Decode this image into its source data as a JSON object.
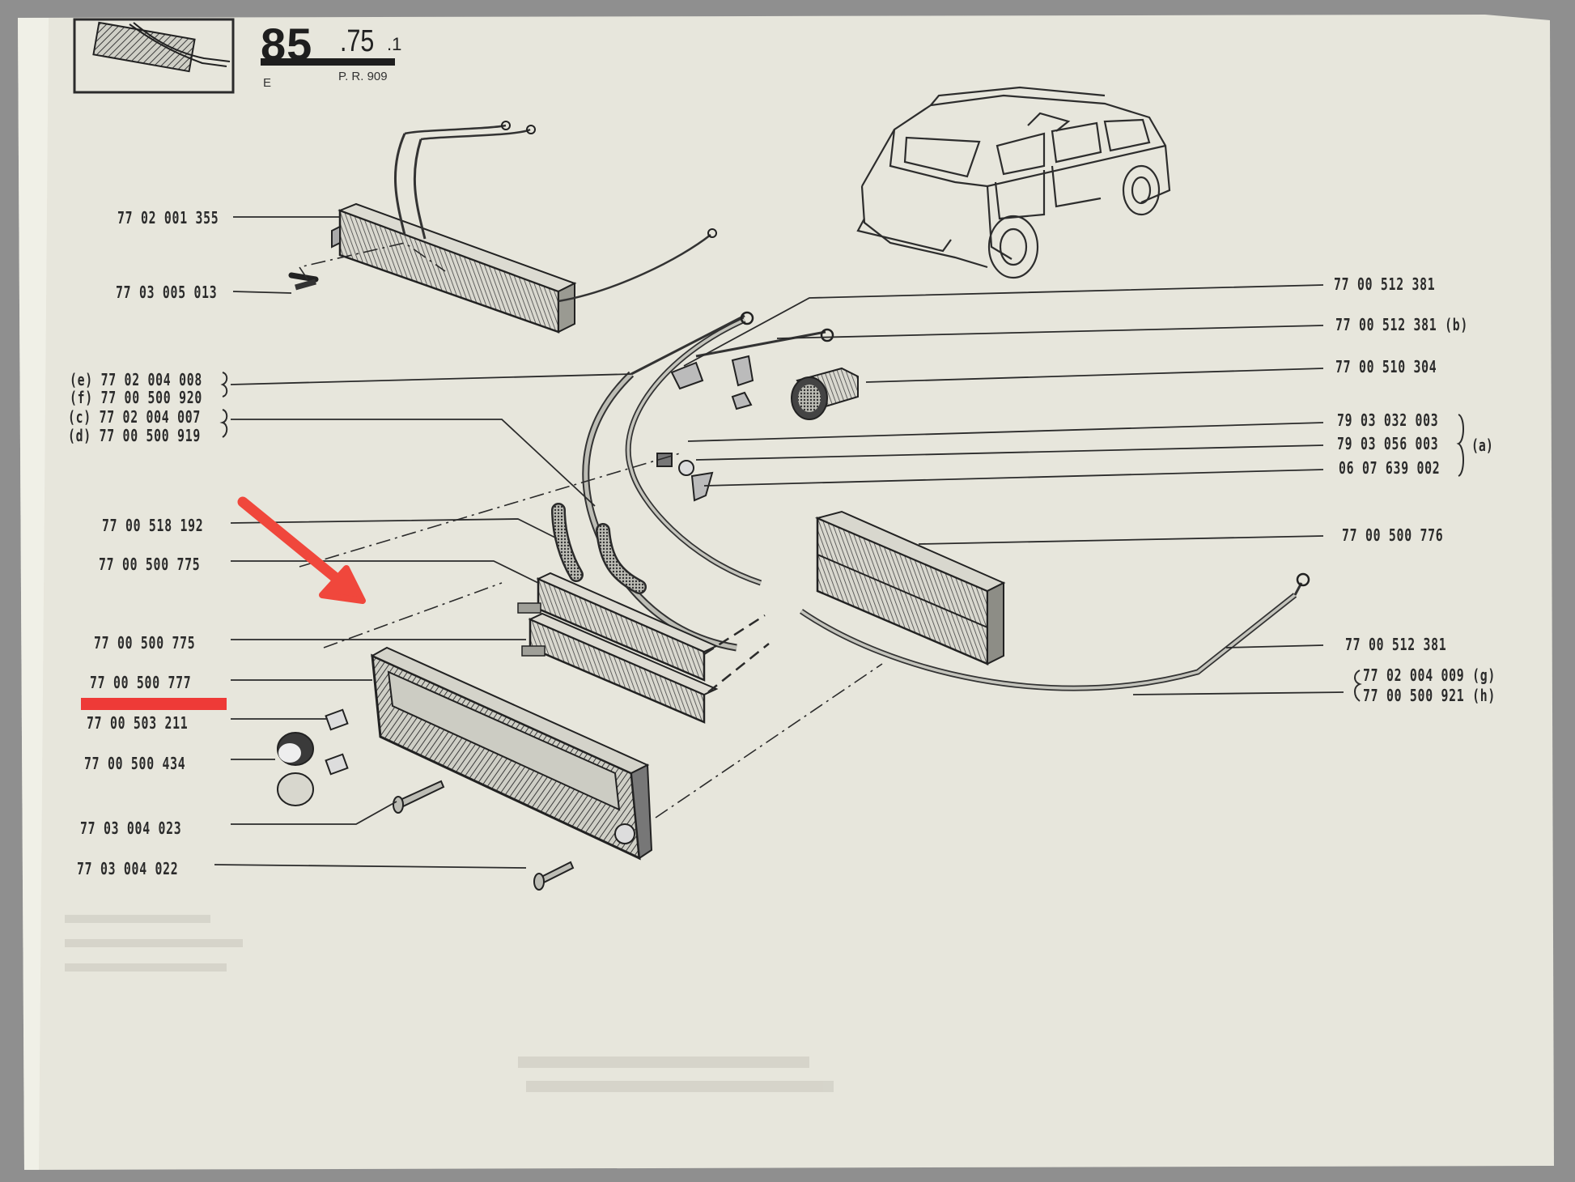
{
  "header": {
    "section_main": "85",
    "section_sub": ".75",
    "section_sub2": ".1",
    "edition": "E",
    "pr_ref": "P. R. 909"
  },
  "labels_left": [
    {
      "id": "l1",
      "text": "77 02 001 355"
    },
    {
      "id": "l2",
      "text": "77 03 005 013"
    },
    {
      "id": "l3",
      "text": "(e) 77 02 004 008"
    },
    {
      "id": "l4",
      "text": "(f) 77 00 500 920"
    },
    {
      "id": "l5",
      "text": "(c) 77 02 004 007"
    },
    {
      "id": "l6",
      "text": "(d) 77 00 500 919"
    },
    {
      "id": "l7",
      "text": "77 00 518 192"
    },
    {
      "id": "l8",
      "text": "77 00 500 775"
    },
    {
      "id": "l9",
      "text": "77 00 500 775"
    },
    {
      "id": "l10",
      "text": "77 00 500 777"
    },
    {
      "id": "l11",
      "text": "77 00 503 211"
    },
    {
      "id": "l12",
      "text": "77 00 500 434"
    },
    {
      "id": "l13",
      "text": "77 03 004 023"
    },
    {
      "id": "l14",
      "text": "77 03 004 022"
    }
  ],
  "labels_right": [
    {
      "id": "r1",
      "text": "77 00 512 381"
    },
    {
      "id": "r2",
      "text": "77 00 512 381 (b)"
    },
    {
      "id": "r3",
      "text": "77 00 510 304"
    },
    {
      "id": "r4",
      "text": "79 03 032 003"
    },
    {
      "id": "r5",
      "text": "79 03 056 003"
    },
    {
      "id": "r6",
      "text": "06 07 639 002"
    },
    {
      "id": "r7",
      "text": "77 00 500 776"
    },
    {
      "id": "r8",
      "text": "77 00 512 381"
    },
    {
      "id": "r9",
      "text": "77 02 004 009 (g)"
    },
    {
      "id": "r10",
      "text": "77 00 500 921 (h)"
    }
  ],
  "group_tag_a": "(a)",
  "colors": {
    "paper": "#e7e6dc",
    "ink": "#2b2b2b",
    "highlight_arrow": "#f0473c",
    "underline_mark": "#ee3a37",
    "frame": "#8f8f8f"
  }
}
